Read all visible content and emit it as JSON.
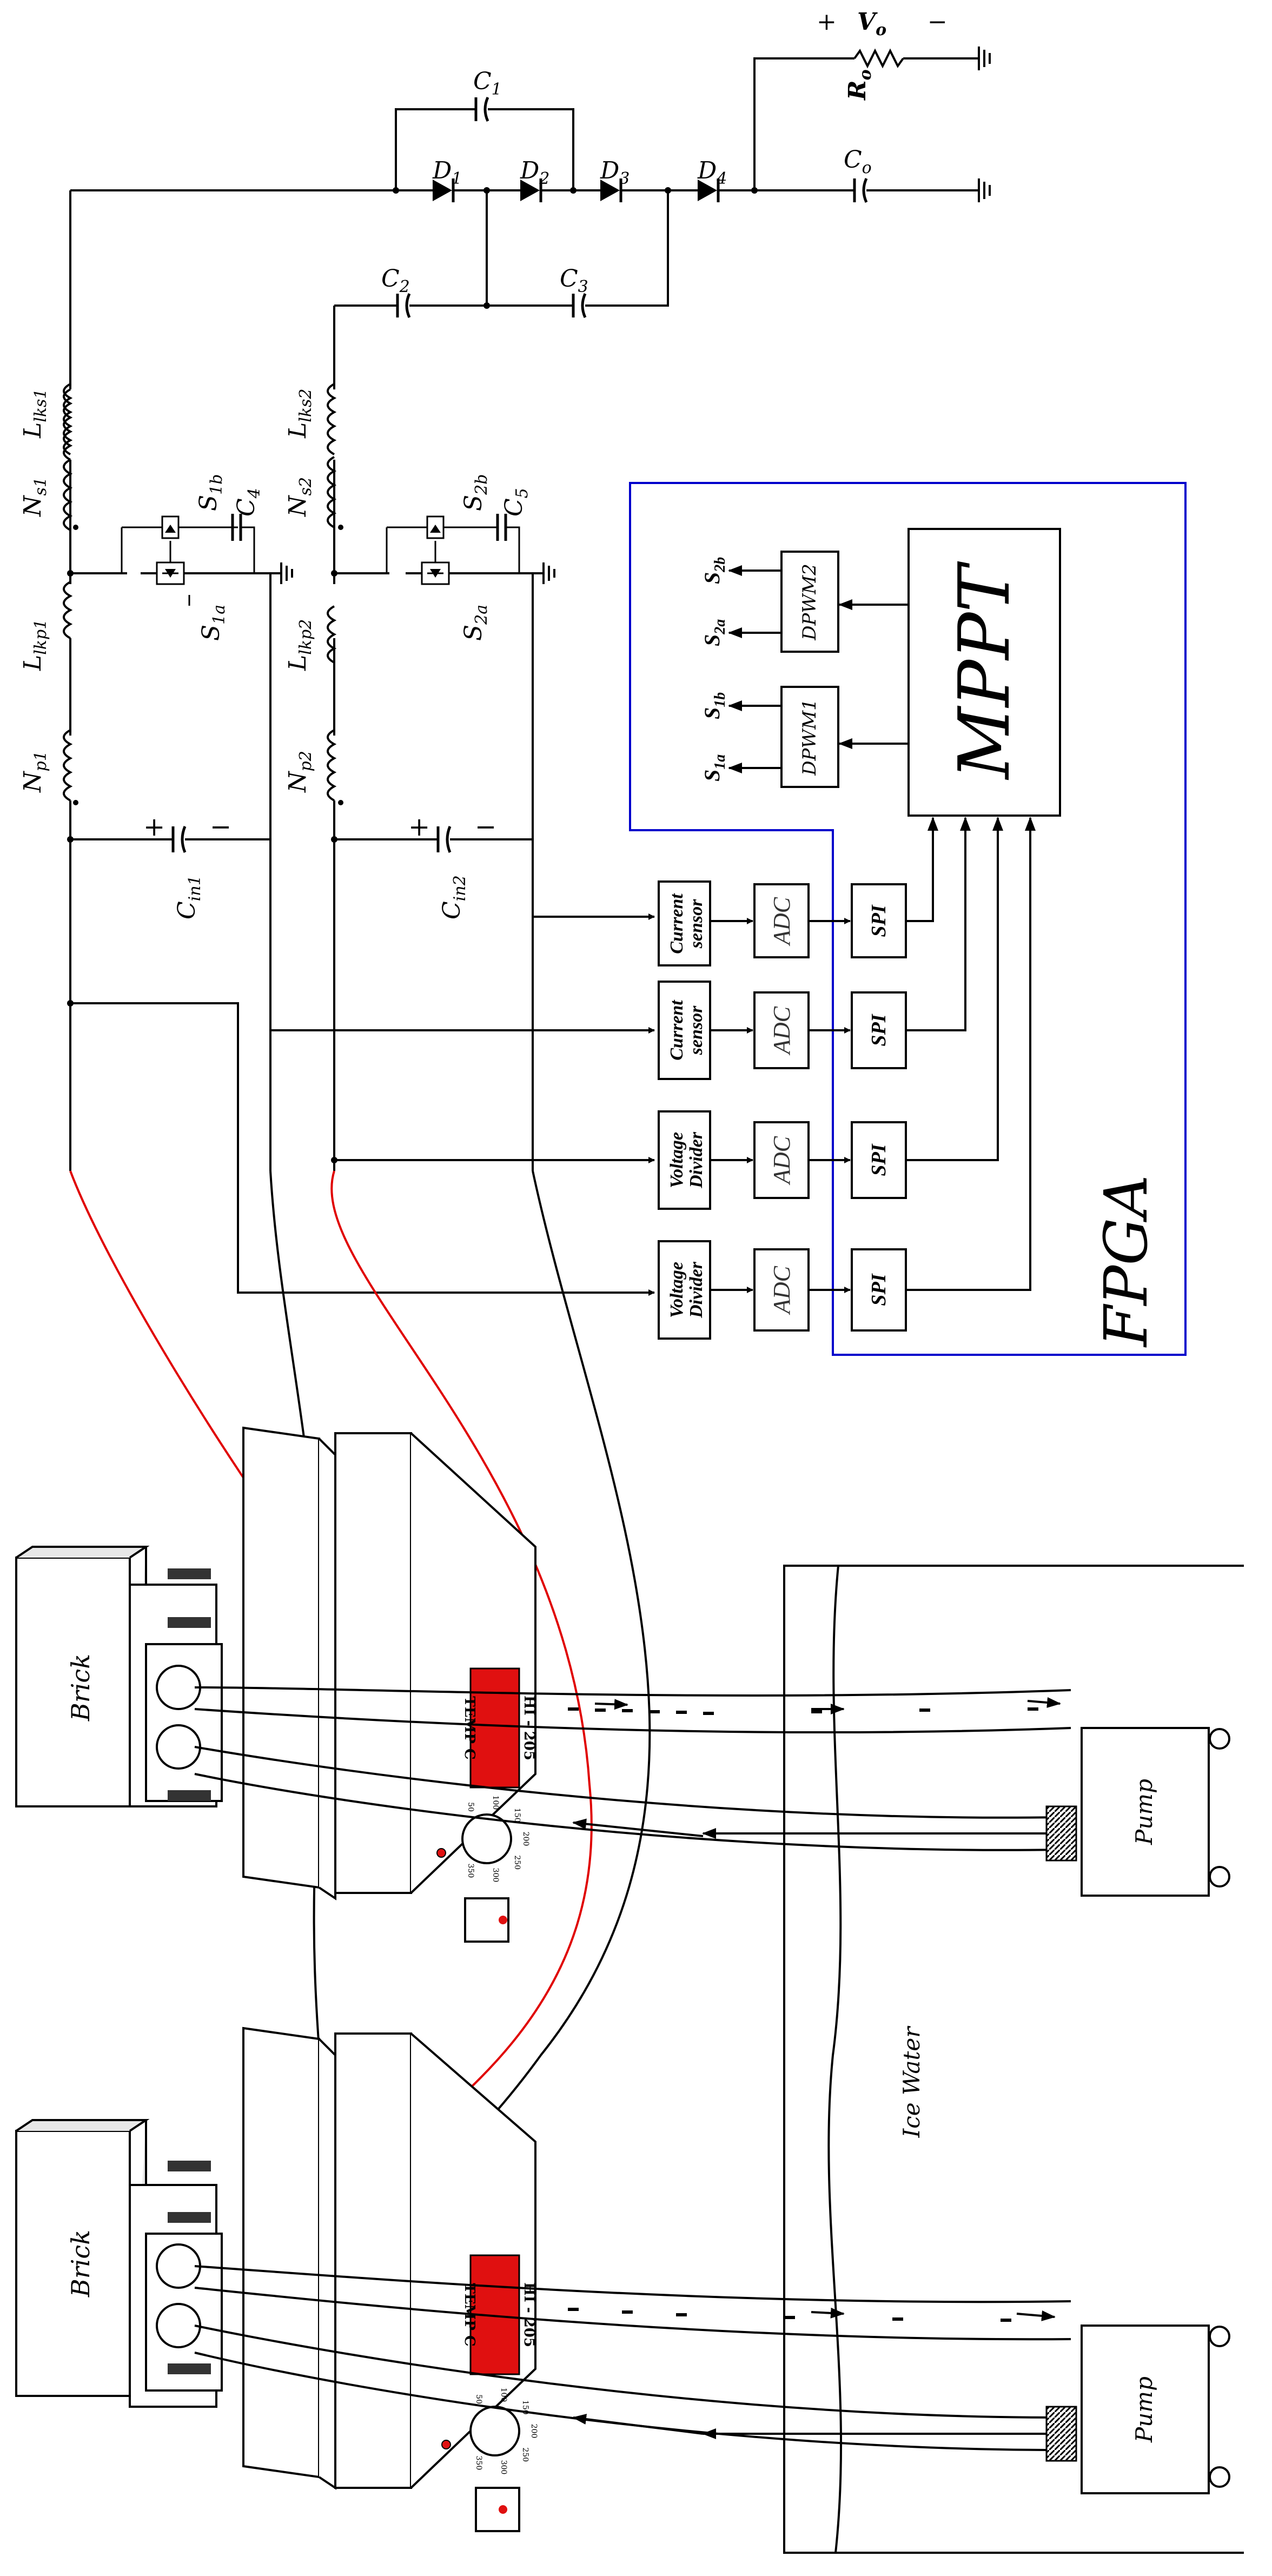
{
  "colors": {
    "line": "#000000",
    "fpga_border": "#0000cc",
    "red_wire": "#e00000",
    "display_red": "#e01010",
    "background": "#ffffff"
  },
  "circuit": {
    "capacitors": {
      "c1": "C",
      "c1_sub": "1",
      "c2": "C",
      "c2_sub": "2",
      "c3": "C",
      "c3_sub": "3",
      "c4": "C",
      "c4_sub": "4",
      "c5": "C",
      "c5_sub": "5",
      "co": "C",
      "co_sub": "o",
      "cin1": "C",
      "cin1_sub": "in1",
      "cin2": "C",
      "cin2_sub": "in2",
      "cin_plus": "+",
      "cin_minus": "−"
    },
    "diodes": {
      "d1": "D",
      "d1_sub": "1",
      "d2": "D",
      "d2_sub": "2",
      "d3": "D",
      "d3_sub": "3",
      "d4": "D",
      "d4_sub": "4"
    },
    "output": {
      "vo": "V",
      "vo_sub": "o",
      "ro": "R",
      "ro_sub": "o",
      "plus": "+",
      "minus": "−"
    },
    "magnetics": {
      "np1": "N",
      "np1_sub": "p1",
      "np2": "N",
      "np2_sub": "p2",
      "ns1": "N",
      "ns1_sub": "s1",
      "ns2": "N",
      "ns2_sub": "s2",
      "llkp1": "L",
      "llkp1_sub": "lkp1",
      "llkp2": "L",
      "llkp2_sub": "lkp2",
      "llks1": "L",
      "llks1_sub": "lks1",
      "llks2": "L",
      "llks2_sub": "lks2"
    },
    "switches": {
      "s1a": "S",
      "s1a_sub": "1a",
      "s1b": "S",
      "s1b_sub": "1b",
      "s2a": "S",
      "s2a_sub": "2a",
      "s2b": "S",
      "s2b_sub": "2b"
    }
  },
  "control": {
    "sensors": [
      {
        "line1": "Current",
        "line2": "sensor"
      },
      {
        "line1": "Current",
        "line2": "sensor"
      },
      {
        "line1": "Voltage",
        "line2": "Divider"
      },
      {
        "line1": "Voltage",
        "line2": "Divider"
      }
    ],
    "adc_label": "ADC",
    "spi_label": "SPI",
    "fpga": {
      "title": "FPGA",
      "mppt": "MPPT",
      "dpwm1": "DPWM1",
      "dpwm2": "DPWM2",
      "outputs": [
        {
          "base": "S",
          "sub": "1a"
        },
        {
          "base": "S",
          "sub": "1b"
        },
        {
          "base": "S",
          "sub": "2a"
        },
        {
          "base": "S",
          "sub": "2b"
        }
      ]
    }
  },
  "apparatus": {
    "brick_label": "Brick",
    "pump_label": "Pump",
    "water_label": "Ice Water",
    "display_label": "TEMP C",
    "model_label": "HI - 205",
    "dial_ticks": [
      "50",
      "100",
      "150",
      "200",
      "250",
      "300",
      "350"
    ]
  }
}
